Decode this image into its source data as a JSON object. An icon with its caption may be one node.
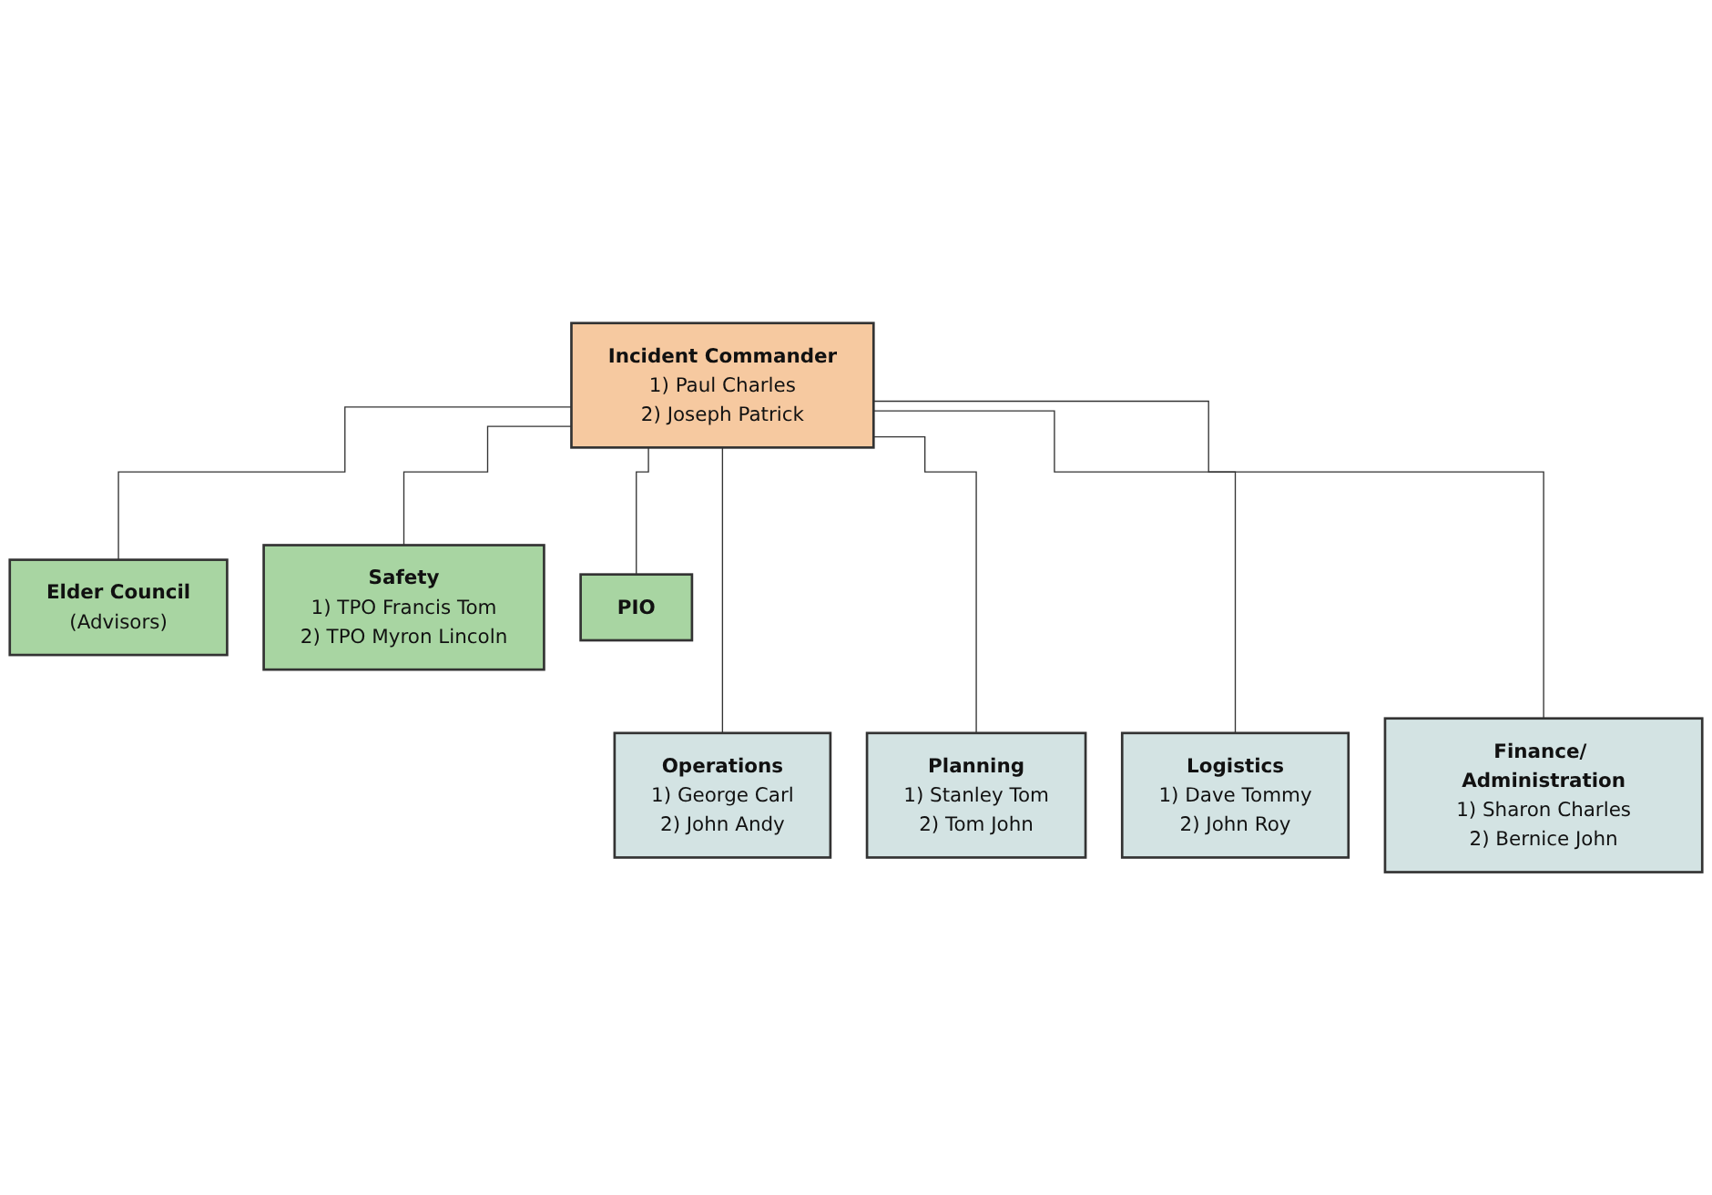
{
  "diagram": {
    "nodes": [
      {
        "text": [
          "Incident Commander",
          "1) Paul Charles",
          "2) Joseph Patrick"
        ]
      },
      {
        "text": [
          "Elder Council",
          "(Advisors)"
        ]
      },
      {
        "text": [
          "Safety",
          "1) TPO Francis Tom",
          "2) TPO Myron Lincoln"
        ]
      },
      {
        "text": [
          "PIO"
        ]
      },
      {
        "text": [
          "Operations",
          "1) George Carl",
          "2) John Andy"
        ]
      },
      {
        "text": [
          "Planning",
          "1) Stanley Tom",
          "2) Tom John"
        ]
      },
      {
        "text": [
          "Logistics",
          "1) Dave Tommy",
          "2) John Roy"
        ]
      },
      {
        "text": [
          "Finance/ Administration",
          "1) Sharon Charles",
          "2) Bernice John"
        ]
      }
    ],
    "edges": [
      {
        "from": 0,
        "to": 1,
        "arrow": "none"
      },
      {
        "from": 0,
        "to": 2,
        "arrow": "none"
      },
      {
        "from": 0,
        "to": 3,
        "arrow": "none"
      },
      {
        "from": 0,
        "to": 4,
        "arrow": "none"
      },
      {
        "from": 0,
        "to": 5,
        "arrow": "none"
      },
      {
        "from": 0,
        "to": 6,
        "arrow": "none"
      },
      {
        "from": 0,
        "to": 7,
        "arrow": "none"
      }
    ]
  }
}
